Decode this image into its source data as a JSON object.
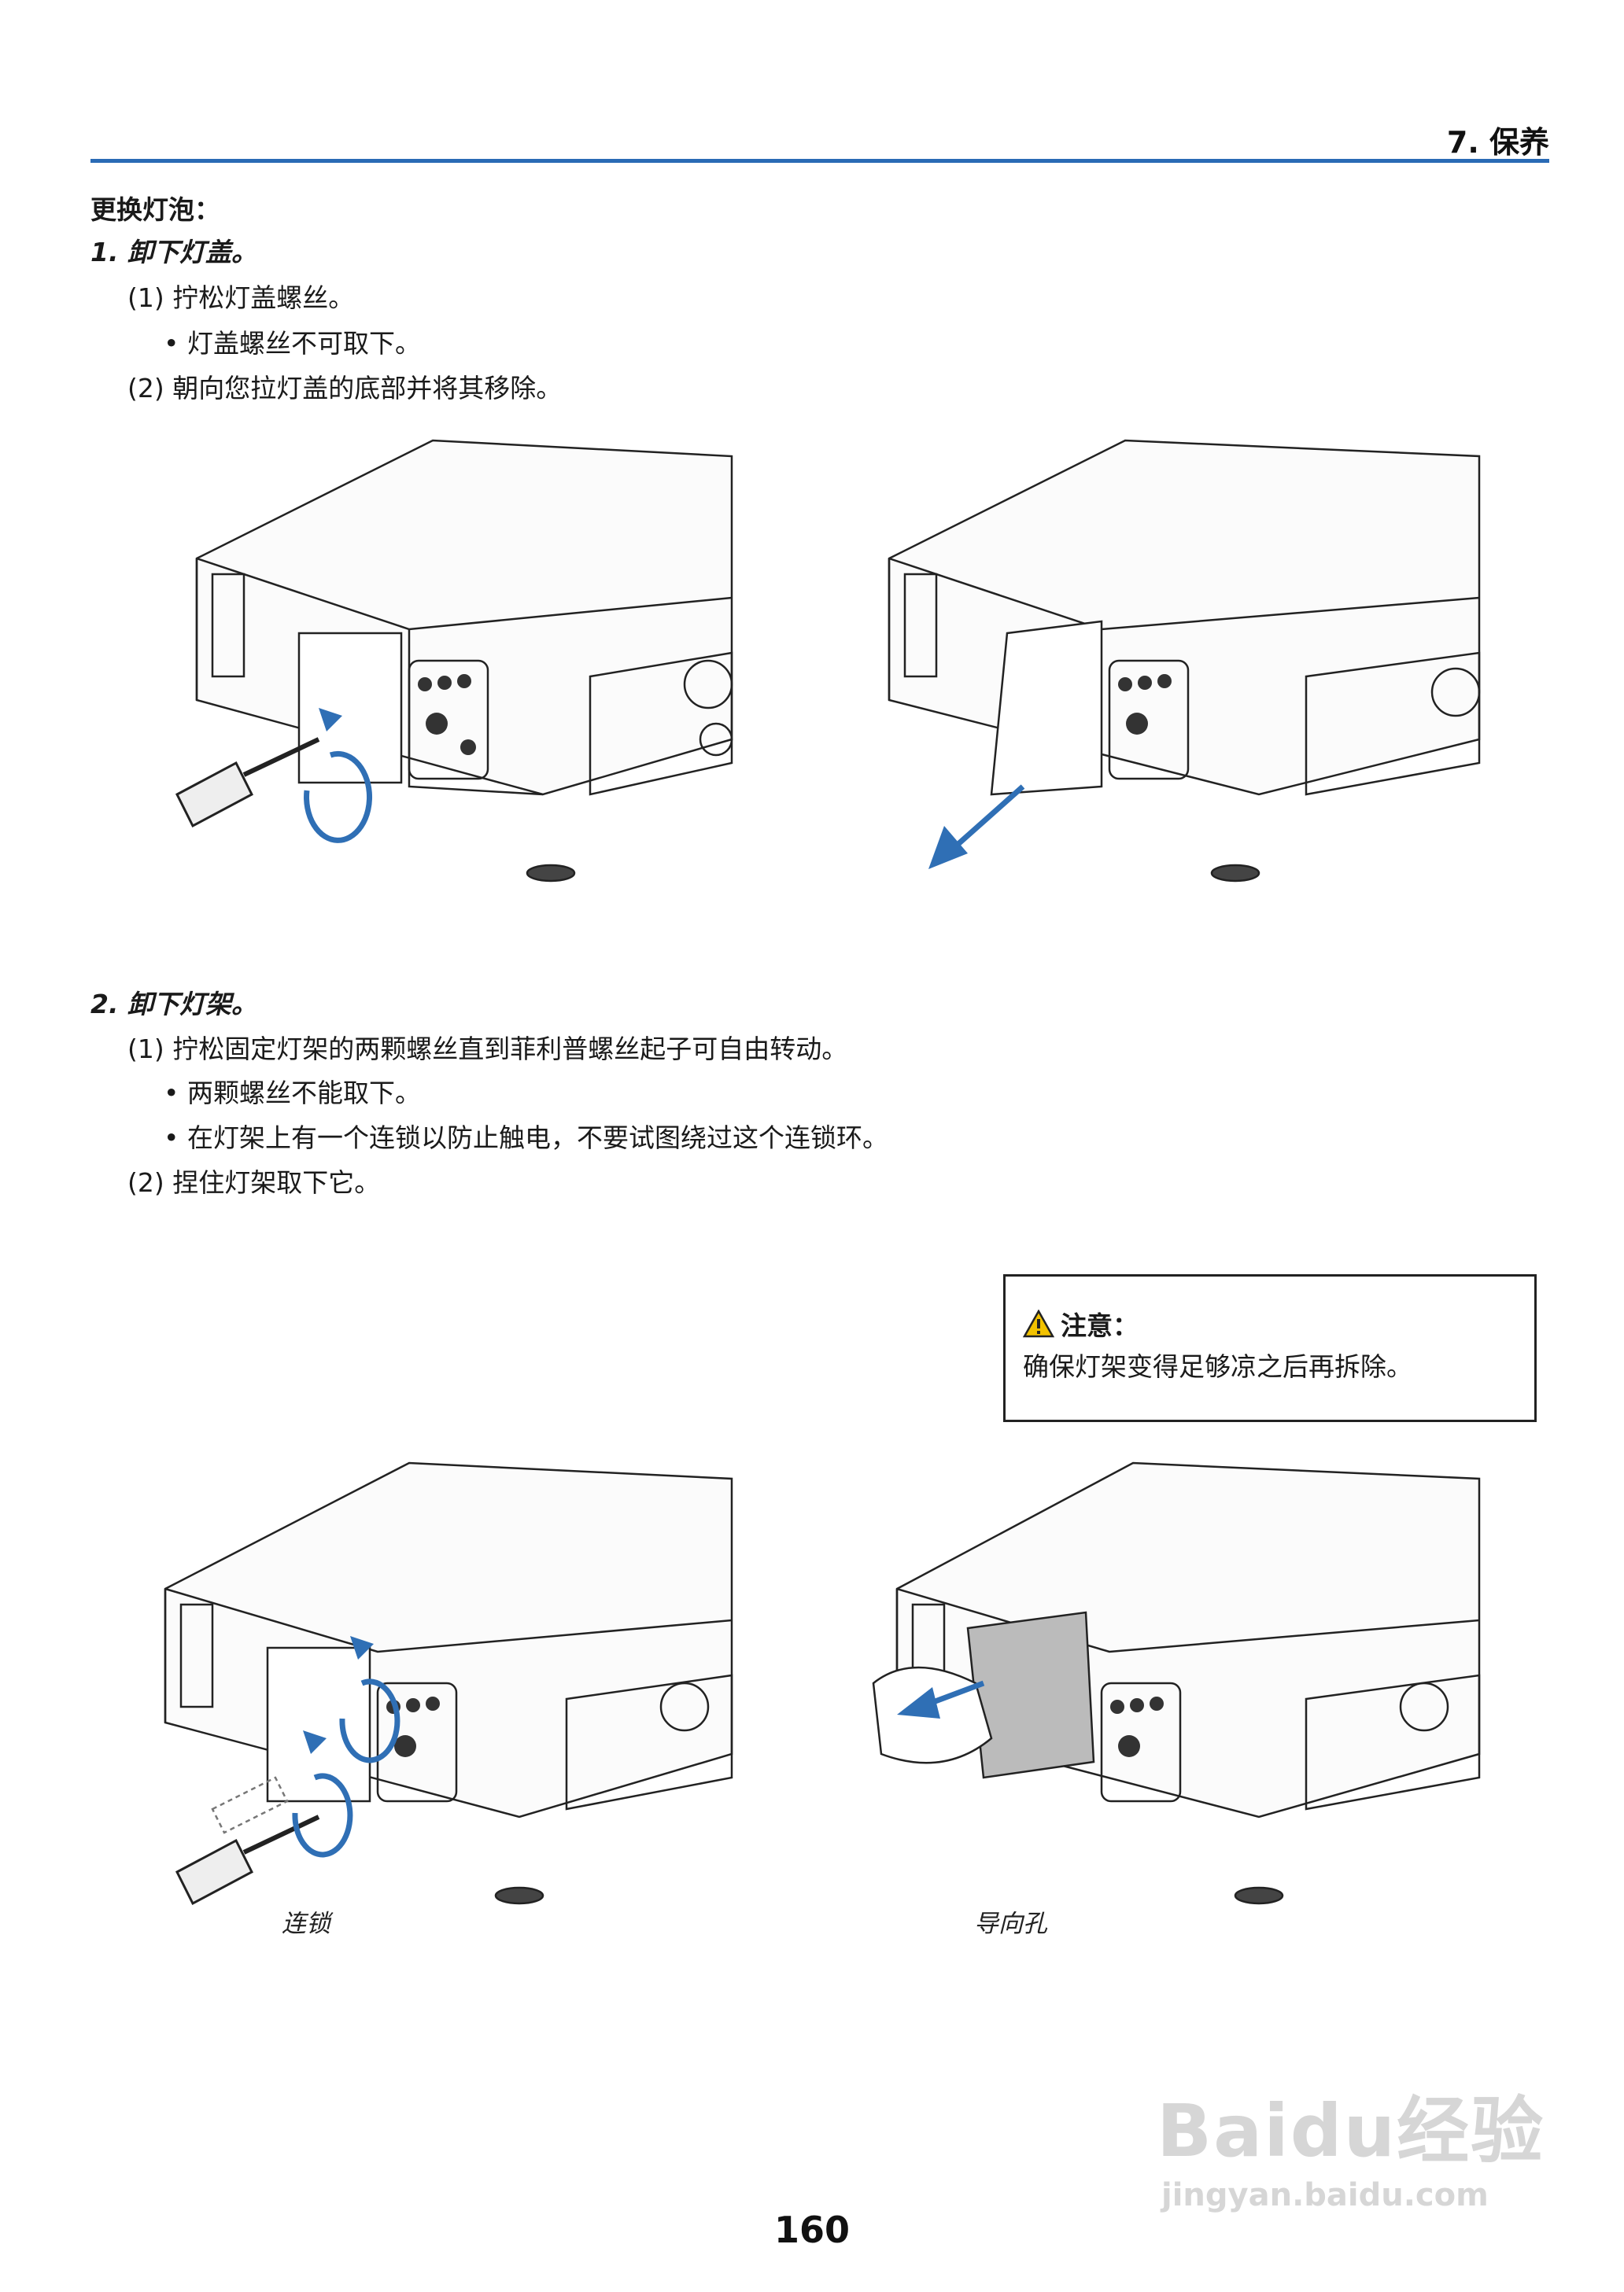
{
  "header": {
    "chapter": "7. 保养"
  },
  "section": {
    "title": "更换灯泡：",
    "step1": {
      "heading": "1. 卸下灯盖。",
      "item1": "(1) 拧松灯盖螺丝。",
      "bullet1": "灯盖螺丝不可取下。",
      "item2": "(2) 朝向您拉灯盖的底部并将其移除。"
    },
    "step2": {
      "heading": "2. 卸下灯架。",
      "item1": "(1) 拧松固定灯架的两颗螺丝直到菲利普螺丝起子可自由转动。",
      "bullet1": "两颗螺丝不能取下。",
      "bullet2": "在灯架上有一个连锁以防止触电，不要试图绕过这个连锁环。",
      "item2": "(2) 捏住灯架取下它。"
    }
  },
  "caution": {
    "title": "注意：",
    "text": "确保灯架变得足够凉之后再拆除。",
    "icon": "warning-triangle-icon"
  },
  "captions": {
    "interlock": "连锁",
    "guide_hole": "导向孔"
  },
  "colors": {
    "accent": "#2a6bb5",
    "arrow": "#2f6fb5"
  },
  "page_number": "160",
  "watermark": {
    "brand": "Baidu经验",
    "url": "jingyan.baidu.com"
  }
}
